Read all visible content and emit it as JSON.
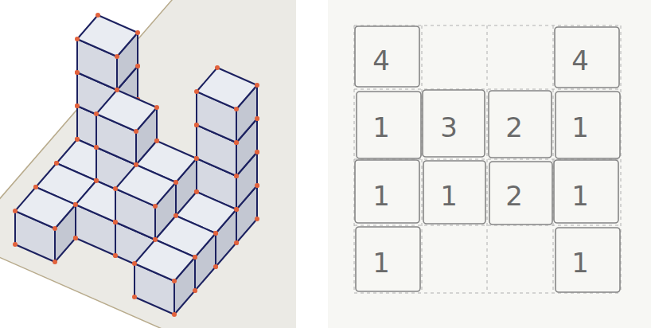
{
  "diagram": {
    "labels": [
      "4",
      "4",
      "1",
      "3",
      "2",
      "1",
      "1",
      "1",
      "2",
      "1",
      "1",
      "1"
    ]
  }
}
